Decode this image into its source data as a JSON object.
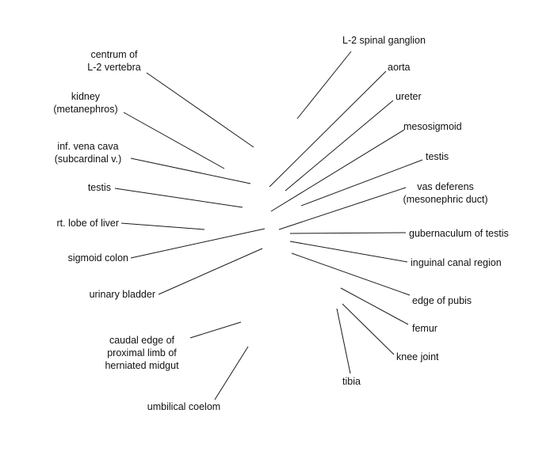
{
  "labels": {
    "centrum": "centrum of\nL-2 vertebra",
    "kidney": "kidney\n(metanephros)",
    "vena_cava": "inf. vena cava\n(subcardinal v.)",
    "testis_left": "testis",
    "liver": "rt. lobe of liver",
    "sigmoid_colon": "sigmoid colon",
    "urinary_bladder": "urinary bladder",
    "caudal_edge": "caudal edge of\nproximal limb of\nherniated midgut",
    "umbilical_coelom": "umbilical coelom",
    "spinal_ganglion": "L-2 spinal ganglion",
    "aorta": "aorta",
    "ureter": "ureter",
    "mesosigmoid": "mesosigmoid",
    "testis_right": "testis",
    "vas_deferens": "vas deferens\n(mesonephric duct)",
    "gubernaculum": "gubernaculum of testis",
    "inguinal": "inguinal canal region",
    "pubis": "edge of pubis",
    "femur": "femur",
    "knee": "knee joint",
    "tibia": "tibia"
  },
  "colors": {
    "line": "#1a1a1a",
    "text": "#111111",
    "background": "#ffffff"
  }
}
